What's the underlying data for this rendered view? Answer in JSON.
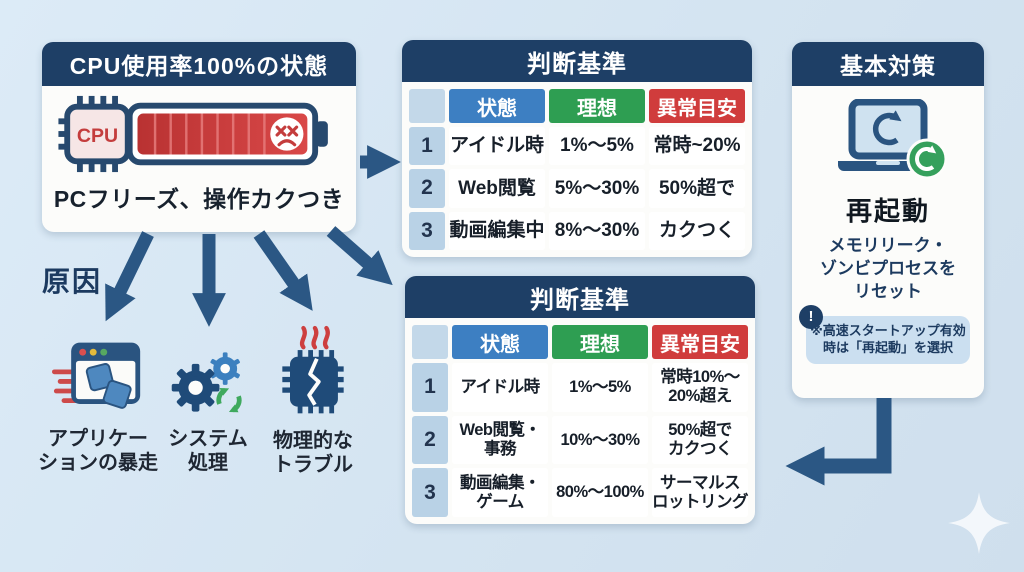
{
  "colors": {
    "background": "#d6e5f1",
    "navy": "#1e3f66",
    "arrow": "#2b5784",
    "blue_header": "#3d7fc2",
    "green_header": "#2e9e52",
    "red_header": "#d03c3c",
    "num_cell": "#b9d2e6",
    "battery_red": "#c73a3a",
    "recycle_green": "#3fa95e"
  },
  "left_card": {
    "title": "CPU使用率100%の状態",
    "cpu_label": "CPU",
    "caption": "PCフリーズ、操作カクつき"
  },
  "causes": {
    "label": "原因",
    "items": [
      {
        "label": "アプリケー\nションの暴走"
      },
      {
        "label": "システム\n処理"
      },
      {
        "label": "物理的な\nトラブル"
      }
    ]
  },
  "table1": {
    "title": "判断基準",
    "columns": [
      "状態",
      "理想",
      "異常目安"
    ],
    "rows": [
      {
        "num": "1",
        "state": "アイドル時",
        "ideal": "1%〜5%",
        "abnormal": "常時~20%"
      },
      {
        "num": "2",
        "state": "Web閲覧",
        "ideal": "5%〜30%",
        "abnormal": "50%超で"
      },
      {
        "num": "3",
        "state": "動画編集中",
        "ideal": "8%〜30%",
        "abnormal": "カクつく"
      }
    ]
  },
  "table2": {
    "title": "判断基準",
    "columns": [
      "状態",
      "理想",
      "異常目安"
    ],
    "rows": [
      {
        "num": "1",
        "state": "アイドル時",
        "ideal": "1%〜5%",
        "abnormal": "常時10%〜\n20%超え"
      },
      {
        "num": "2",
        "state": "Web閲覧・\n事務",
        "ideal": "10%〜30%",
        "abnormal": "50%超で\nカクつく"
      },
      {
        "num": "3",
        "state": "動画編集・\nゲーム",
        "ideal": "80%〜100%",
        "abnormal": "サーマルス\nロットリング"
      }
    ]
  },
  "countermeasure": {
    "title": "基本対策",
    "action": "再起動",
    "description": "メモリリーク・\nゾンビプロセスを\nリセット",
    "note_badge": "!",
    "note": "※高速スタートアップ有効\n時は「再起動」を選択"
  }
}
